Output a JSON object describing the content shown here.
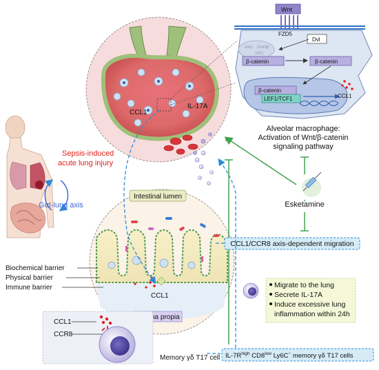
{
  "macrophage": {
    "wnt": "Wnt",
    "fzd5": "FZD5",
    "dvl": "Dvl",
    "axin": "Axin",
    "gsk3b": "Gsk3β",
    "apc": "APC",
    "beta_catenin_1": "β-catenin",
    "beta_catenin_2": "β-catenin",
    "beta_catenin_3": "β-catenin",
    "lef_tcf": "LEF1/TCF1",
    "ccl1": "CCL1",
    "caption_line1": "Alveolar macrophage:",
    "caption_line2": "Activation of Wnt/β-catenin",
    "caption_line3": "signaling pathway"
  },
  "alveolus": {
    "ccl1": "CCL1",
    "il17a": "IL-17A"
  },
  "body_panel": {
    "injury_line1": "Sepsis-induced",
    "injury_line2": "acute lung injury",
    "gut_lung": "Gut-lung axis"
  },
  "intestine": {
    "lumen": "Intestinal lumen",
    "biochemical": "Biochemical barrier",
    "physical": "Physical barrier",
    "immune": "Immune barrier",
    "ccl1": "CCL1",
    "lamina": "Lamina propia"
  },
  "receptor_box": {
    "ccl1": "CCL1",
    "ccr8": "CCR8",
    "cell_label": "Memory γδ T17 cell"
  },
  "drug": {
    "name": "Esketamine"
  },
  "migration": {
    "label": "CCL1/CCR8 axis-dependent migration"
  },
  "effects": {
    "items": [
      "Migrate to the lung",
      "Secrete IL-17A",
      "Induce excessive lung",
      "inflammation within 24h"
    ]
  },
  "cell_type": {
    "p1": "IL-7R",
    "p1_sup": "high",
    "p2": " CD8",
    "p2_sup": "low",
    "p3": " Ly6C",
    "p3_sup": "−",
    "p4": " memory γδ T17 cells"
  },
  "colors": {
    "green_arrow": "#3fa34d",
    "blue_dash": "#2e8bd8",
    "alveolus_fill": "#f4d8d8",
    "macrophage_fill": "#dde6f3",
    "lumen_tag": "#e9ecc4",
    "red_text": "#e0201b",
    "blue_text": "#3a63d6"
  }
}
